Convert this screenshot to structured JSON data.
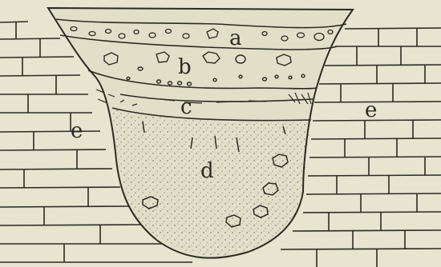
{
  "labels": {
    "a": "a",
    "b": "b",
    "c": "c",
    "d": "d",
    "e_left": "e",
    "e_right": "e"
  },
  "colors": {
    "paper": "#e7e4cf",
    "ink": "#2a2a26",
    "fill": "#e2dfc9"
  }
}
